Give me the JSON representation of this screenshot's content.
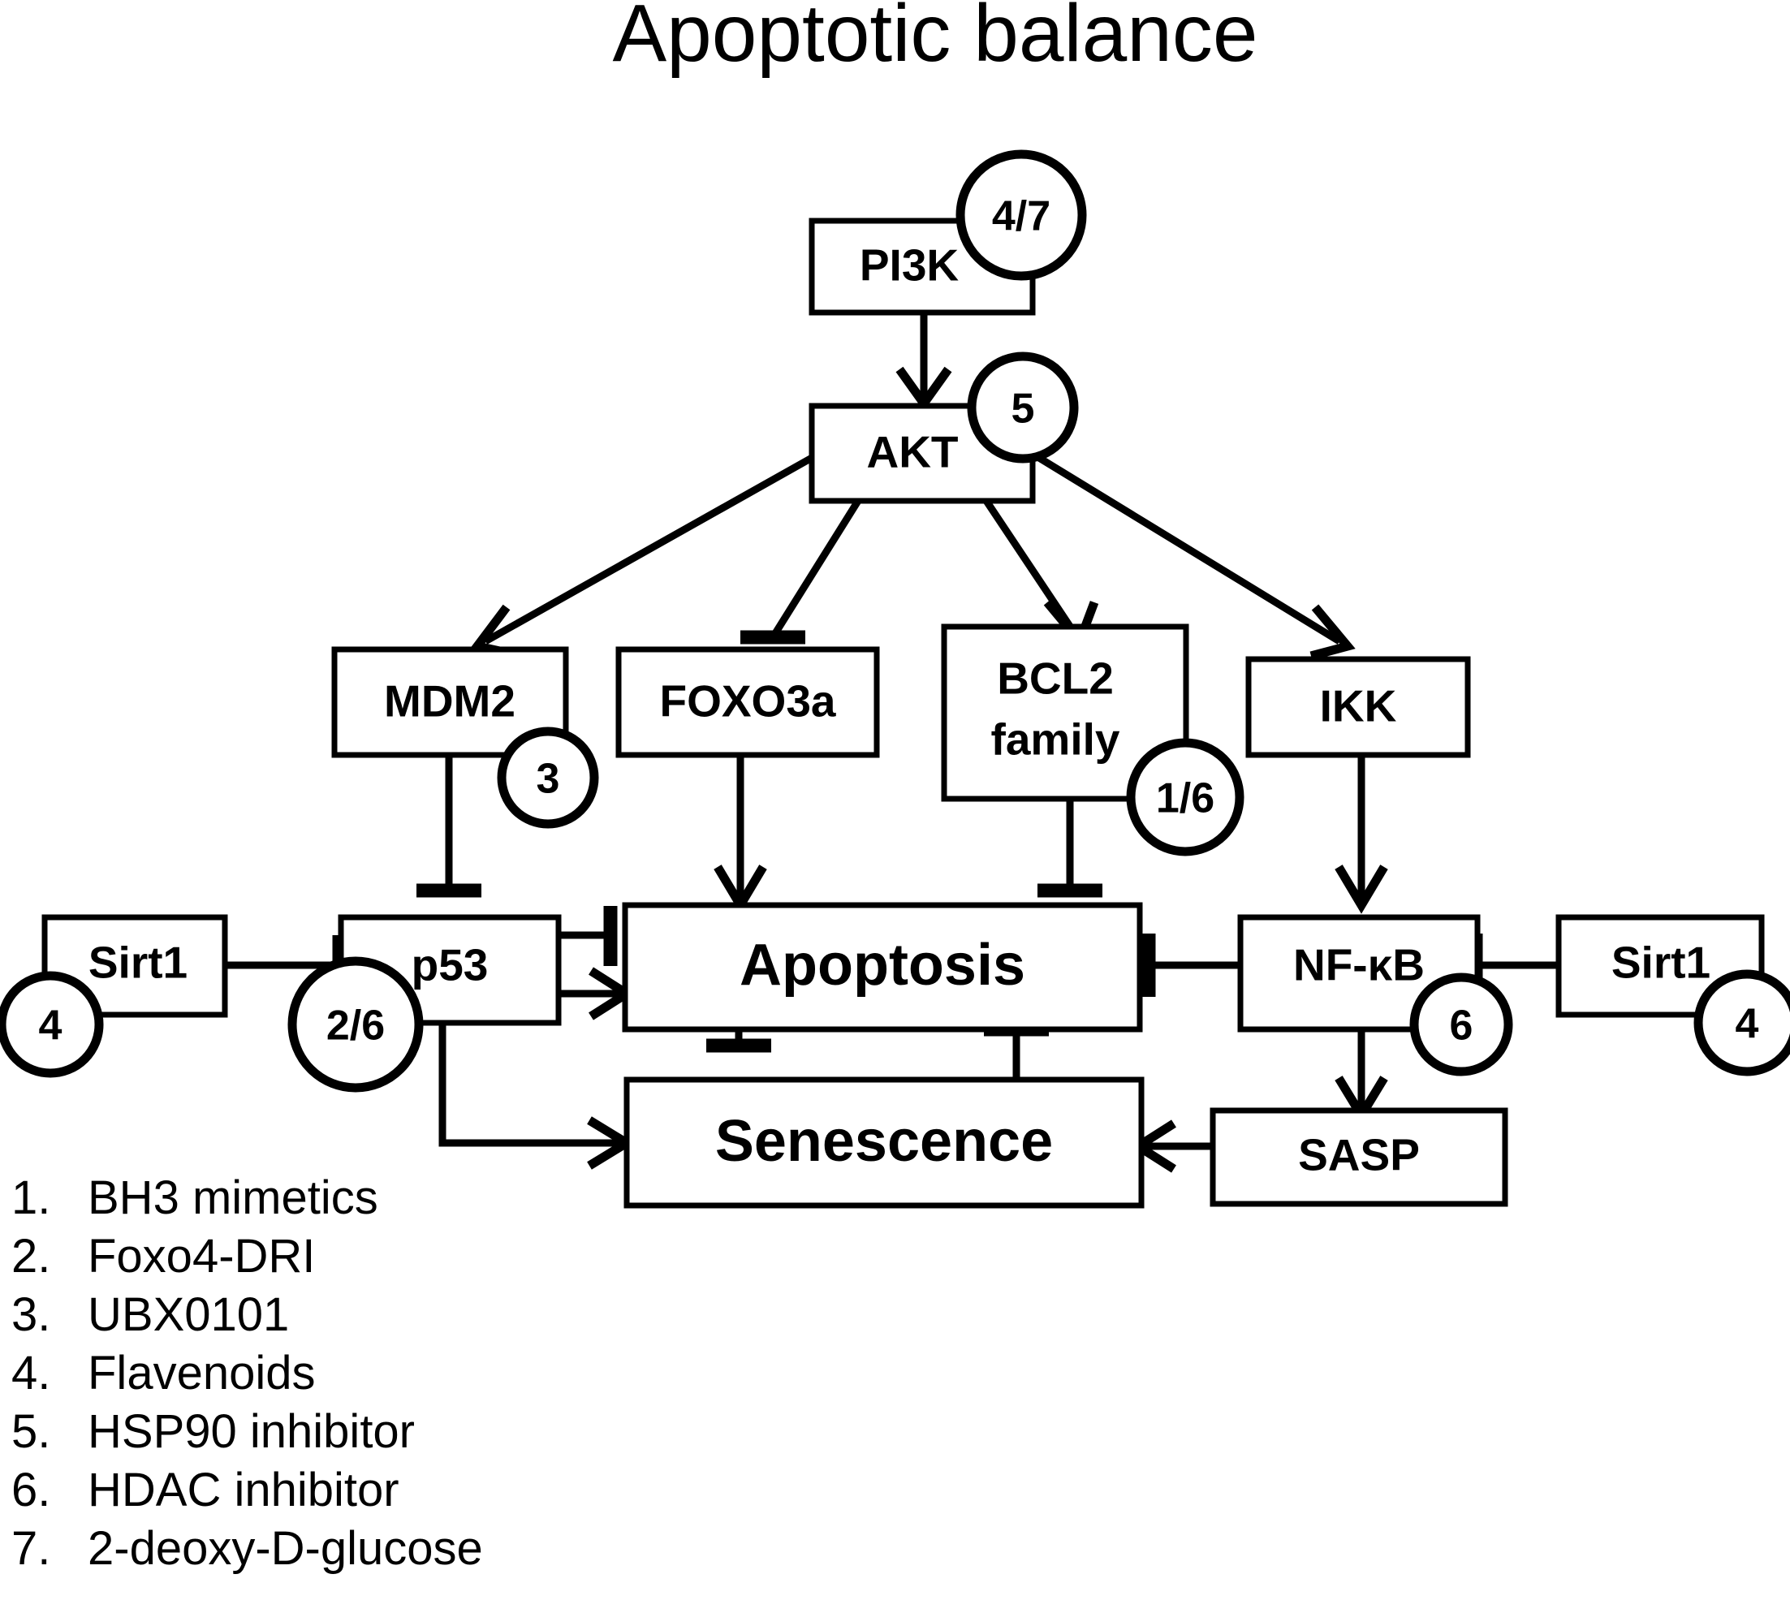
{
  "title": "Apoptotic balance",
  "nodes": {
    "pi3k": {
      "label": "PI3K",
      "badge": "4/7"
    },
    "akt": {
      "label": "AKT",
      "badge": "5"
    },
    "mdm2": {
      "label": "MDM2",
      "badge": "3"
    },
    "foxo3a": {
      "label": "FOXO3a",
      "badge": ""
    },
    "bcl2_line1": {
      "label": "BCL2"
    },
    "bcl2_line2": {
      "label": "family"
    },
    "bcl2_badge": {
      "badge": "1/6"
    },
    "ikk": {
      "label": "IKK",
      "badge": ""
    },
    "sirt1_left": {
      "label": "Sirt1",
      "badge": "4"
    },
    "p53": {
      "label": "p53",
      "badge": "2/6"
    },
    "apoptosis": {
      "label": "Apoptosis"
    },
    "nfkb": {
      "label": "NF-κB",
      "badge": "6"
    },
    "sirt1_right": {
      "label": "Sirt1",
      "badge": "4"
    },
    "senescence": {
      "label": "Senescence"
    },
    "sasp": {
      "label": "SASP"
    }
  },
  "legend": {
    "items": [
      {
        "num": "1.",
        "text": "BH3 mimetics"
      },
      {
        "num": "2.",
        "text": "Foxo4-DRI"
      },
      {
        "num": "3.",
        "text": "UBX0101"
      },
      {
        "num": "4.",
        "text": "Flavenoids"
      },
      {
        "num": "5.",
        "text": "HSP90 inhibitor"
      },
      {
        "num": "6.",
        "text": "HDAC inhibitor"
      },
      {
        "num": "7.",
        "text": "2-deoxy-D-glucose"
      }
    ]
  },
  "chart_data": {
    "type": "diagram",
    "title": "Apoptotic balance",
    "node_list": [
      "PI3K",
      "AKT",
      "MDM2",
      "FOXO3a",
      "BCL2 family",
      "IKK",
      "Sirt1",
      "p53",
      "Apoptosis",
      "NF-κB",
      "Sirt1",
      "Senescence",
      "SASP"
    ],
    "edges": [
      {
        "from": "PI3K",
        "to": "AKT",
        "type": "activation"
      },
      {
        "from": "AKT",
        "to": "MDM2",
        "type": "activation"
      },
      {
        "from": "AKT",
        "to": "FOXO3a",
        "type": "inhibition"
      },
      {
        "from": "AKT",
        "to": "BCL2 family",
        "type": "activation"
      },
      {
        "from": "AKT",
        "to": "IKK",
        "type": "activation"
      },
      {
        "from": "MDM2",
        "to": "p53",
        "type": "inhibition"
      },
      {
        "from": "FOXO3a",
        "to": "Apoptosis",
        "type": "activation"
      },
      {
        "from": "BCL2 family",
        "to": "Apoptosis",
        "type": "inhibition"
      },
      {
        "from": "IKK",
        "to": "NF-κB",
        "type": "activation"
      },
      {
        "from": "Sirt1",
        "to": "p53",
        "type": "inhibition"
      },
      {
        "from": "p53",
        "to": "Apoptosis",
        "type": "inhibition"
      },
      {
        "from": "p53",
        "to": "Apoptosis",
        "type": "activation"
      },
      {
        "from": "p53",
        "to": "Senescence",
        "type": "activation"
      },
      {
        "from": "NF-κB",
        "to": "Apoptosis",
        "type": "inhibition"
      },
      {
        "from": "Sirt1",
        "to": "NF-κB",
        "type": "inhibition"
      },
      {
        "from": "NF-κB",
        "to": "SASP",
        "type": "activation"
      },
      {
        "from": "SASP",
        "to": "Senescence",
        "type": "activation"
      },
      {
        "from": "Apoptosis",
        "to": "Senescence",
        "type": "inhibition"
      },
      {
        "from": "Senescence",
        "to": "Apoptosis",
        "type": "inhibition"
      }
    ],
    "badges": [
      {
        "node": "PI3K",
        "value": "4/7"
      },
      {
        "node": "AKT",
        "value": "5"
      },
      {
        "node": "MDM2",
        "value": "3"
      },
      {
        "node": "BCL2 family",
        "value": "1/6"
      },
      {
        "node": "Sirt1 (left)",
        "value": "4"
      },
      {
        "node": "p53",
        "value": "2/6"
      },
      {
        "node": "NF-κB",
        "value": "6"
      },
      {
        "node": "Sirt1 (right)",
        "value": "4"
      }
    ],
    "legend_map": {
      "1": "BH3 mimetics",
      "2": "Foxo4-DRI",
      "3": "UBX0101",
      "4": "Flavenoids",
      "5": "HSP90 inhibitor",
      "6": "HDAC inhibitor",
      "7": "2-deoxy-D-glucose"
    }
  }
}
